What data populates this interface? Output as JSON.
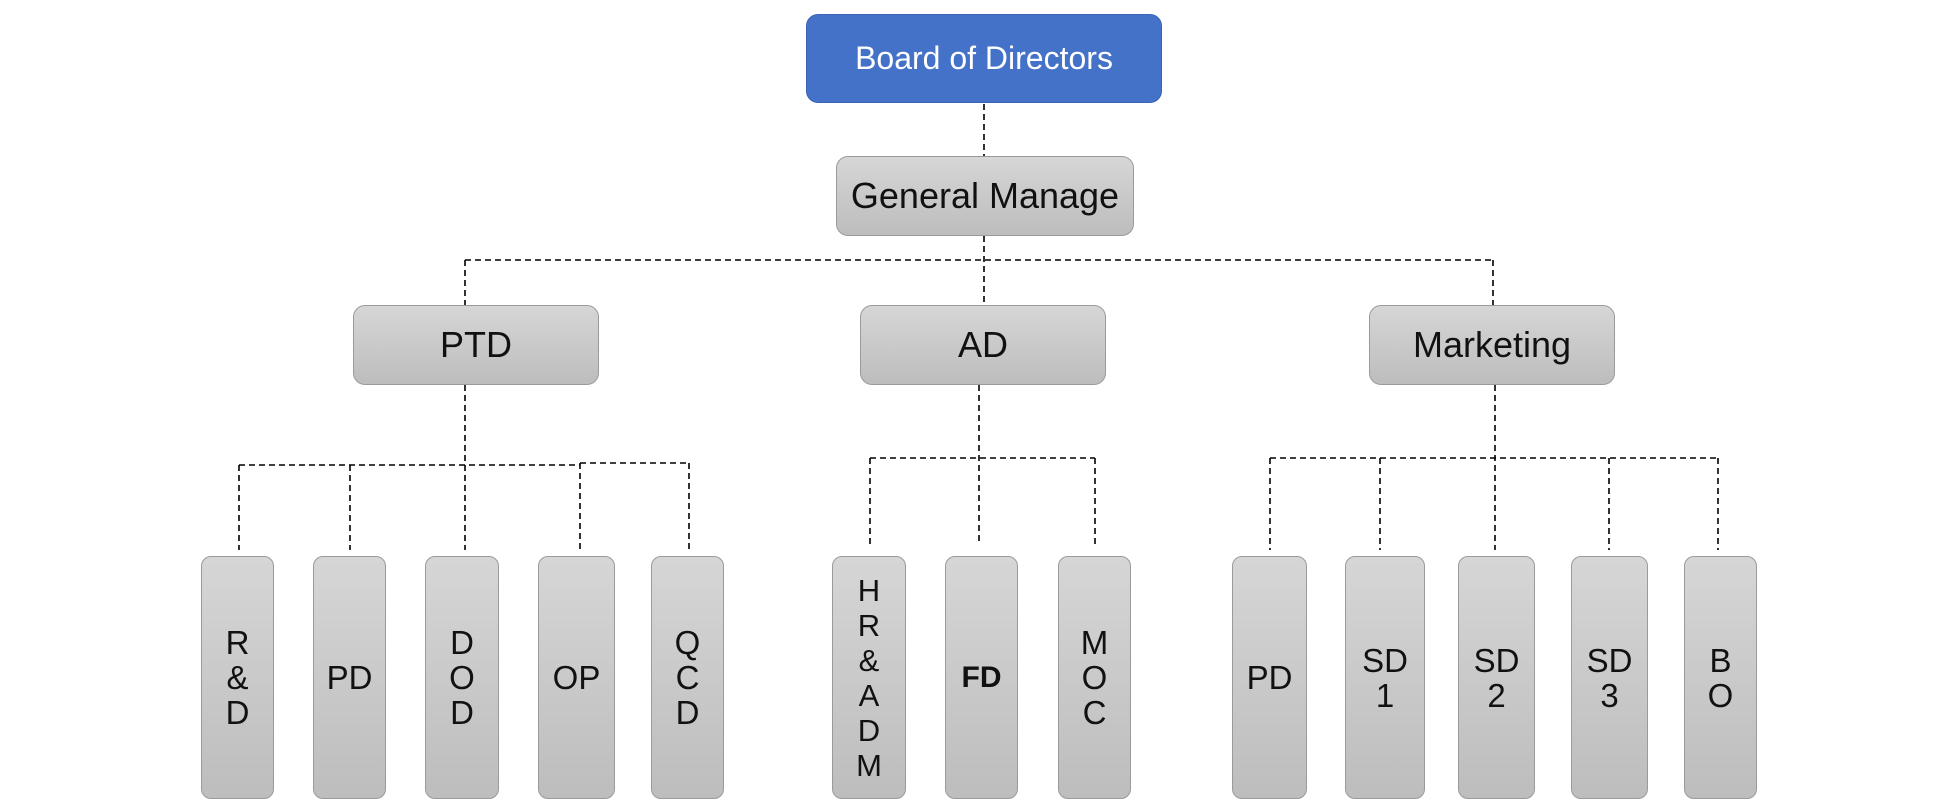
{
  "root": {
    "label": "Board of Directors"
  },
  "manager": {
    "label": "General Manage"
  },
  "departments": [
    {
      "label": "PTD",
      "units": [
        "R\n&\nD",
        "PD",
        "D\nO\nD",
        "OP",
        "Q\nC\nD"
      ]
    },
    {
      "label": "AD",
      "units": [
        "H\nR\n&\nA\nD\nM",
        "FD",
        "M\nO\nC"
      ]
    },
    {
      "label": "Marketing",
      "units": [
        "PD",
        "SD\n1",
        "SD\n2",
        "SD\n3",
        "B\nO"
      ]
    }
  ],
  "colors": {
    "root_fill": "#4472c8",
    "node_fill": "#cacaca",
    "connector": "#000000"
  }
}
